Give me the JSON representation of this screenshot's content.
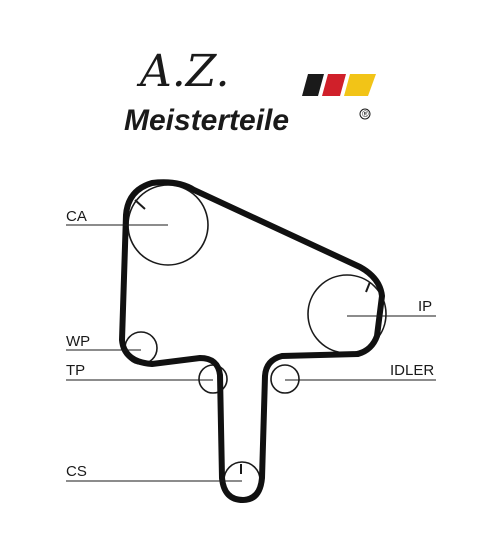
{
  "logo": {
    "script_text": "A.Z.",
    "brand_name": "Meisterteile",
    "registered_mark": "®",
    "flag_colors": [
      "#1a1a1a",
      "#d0202a",
      "#f2c417"
    ]
  },
  "labels": {
    "ca": "CA",
    "ip": "IP",
    "wp": "WP",
    "tp": "TP",
    "idler": "IDLER",
    "cs": "CS"
  },
  "colors": {
    "belt": "#111111",
    "line": "#1a1a1a"
  }
}
